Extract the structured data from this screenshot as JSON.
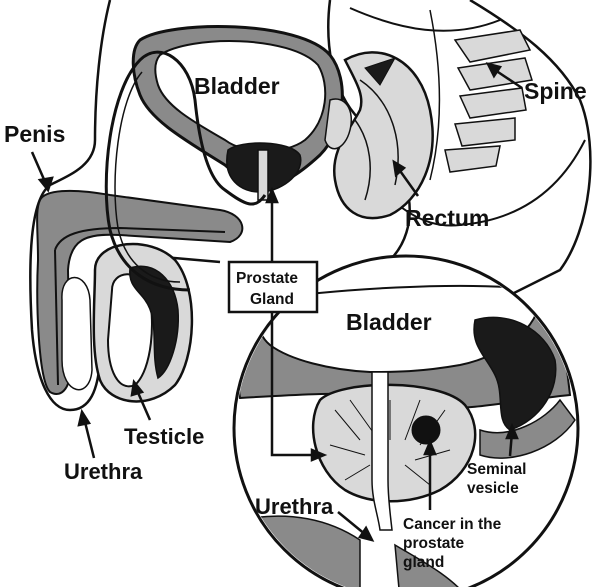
{
  "labels": {
    "bladder_top": "Bladder",
    "spine": "Spine",
    "penis": "Penis",
    "rectum": "Rectum",
    "prostate_gland_line1": "Prostate",
    "prostate_gland_line2": "Gland",
    "bladder_inset": "Bladder",
    "testicle": "Testicle",
    "urethra_left": "Urethra",
    "urethra_inset": "Urethra",
    "seminal_line1": "Seminal",
    "seminal_line2": "vesicle",
    "cancer_line1": "Cancer in the",
    "cancer_line2": "prostate",
    "cancer_line3": "gland"
  },
  "colors": {
    "ink": "#111111",
    "tissue_shade": "#8a8a8a",
    "tissue_light": "#d9d9d9",
    "background": "#ffffff"
  }
}
